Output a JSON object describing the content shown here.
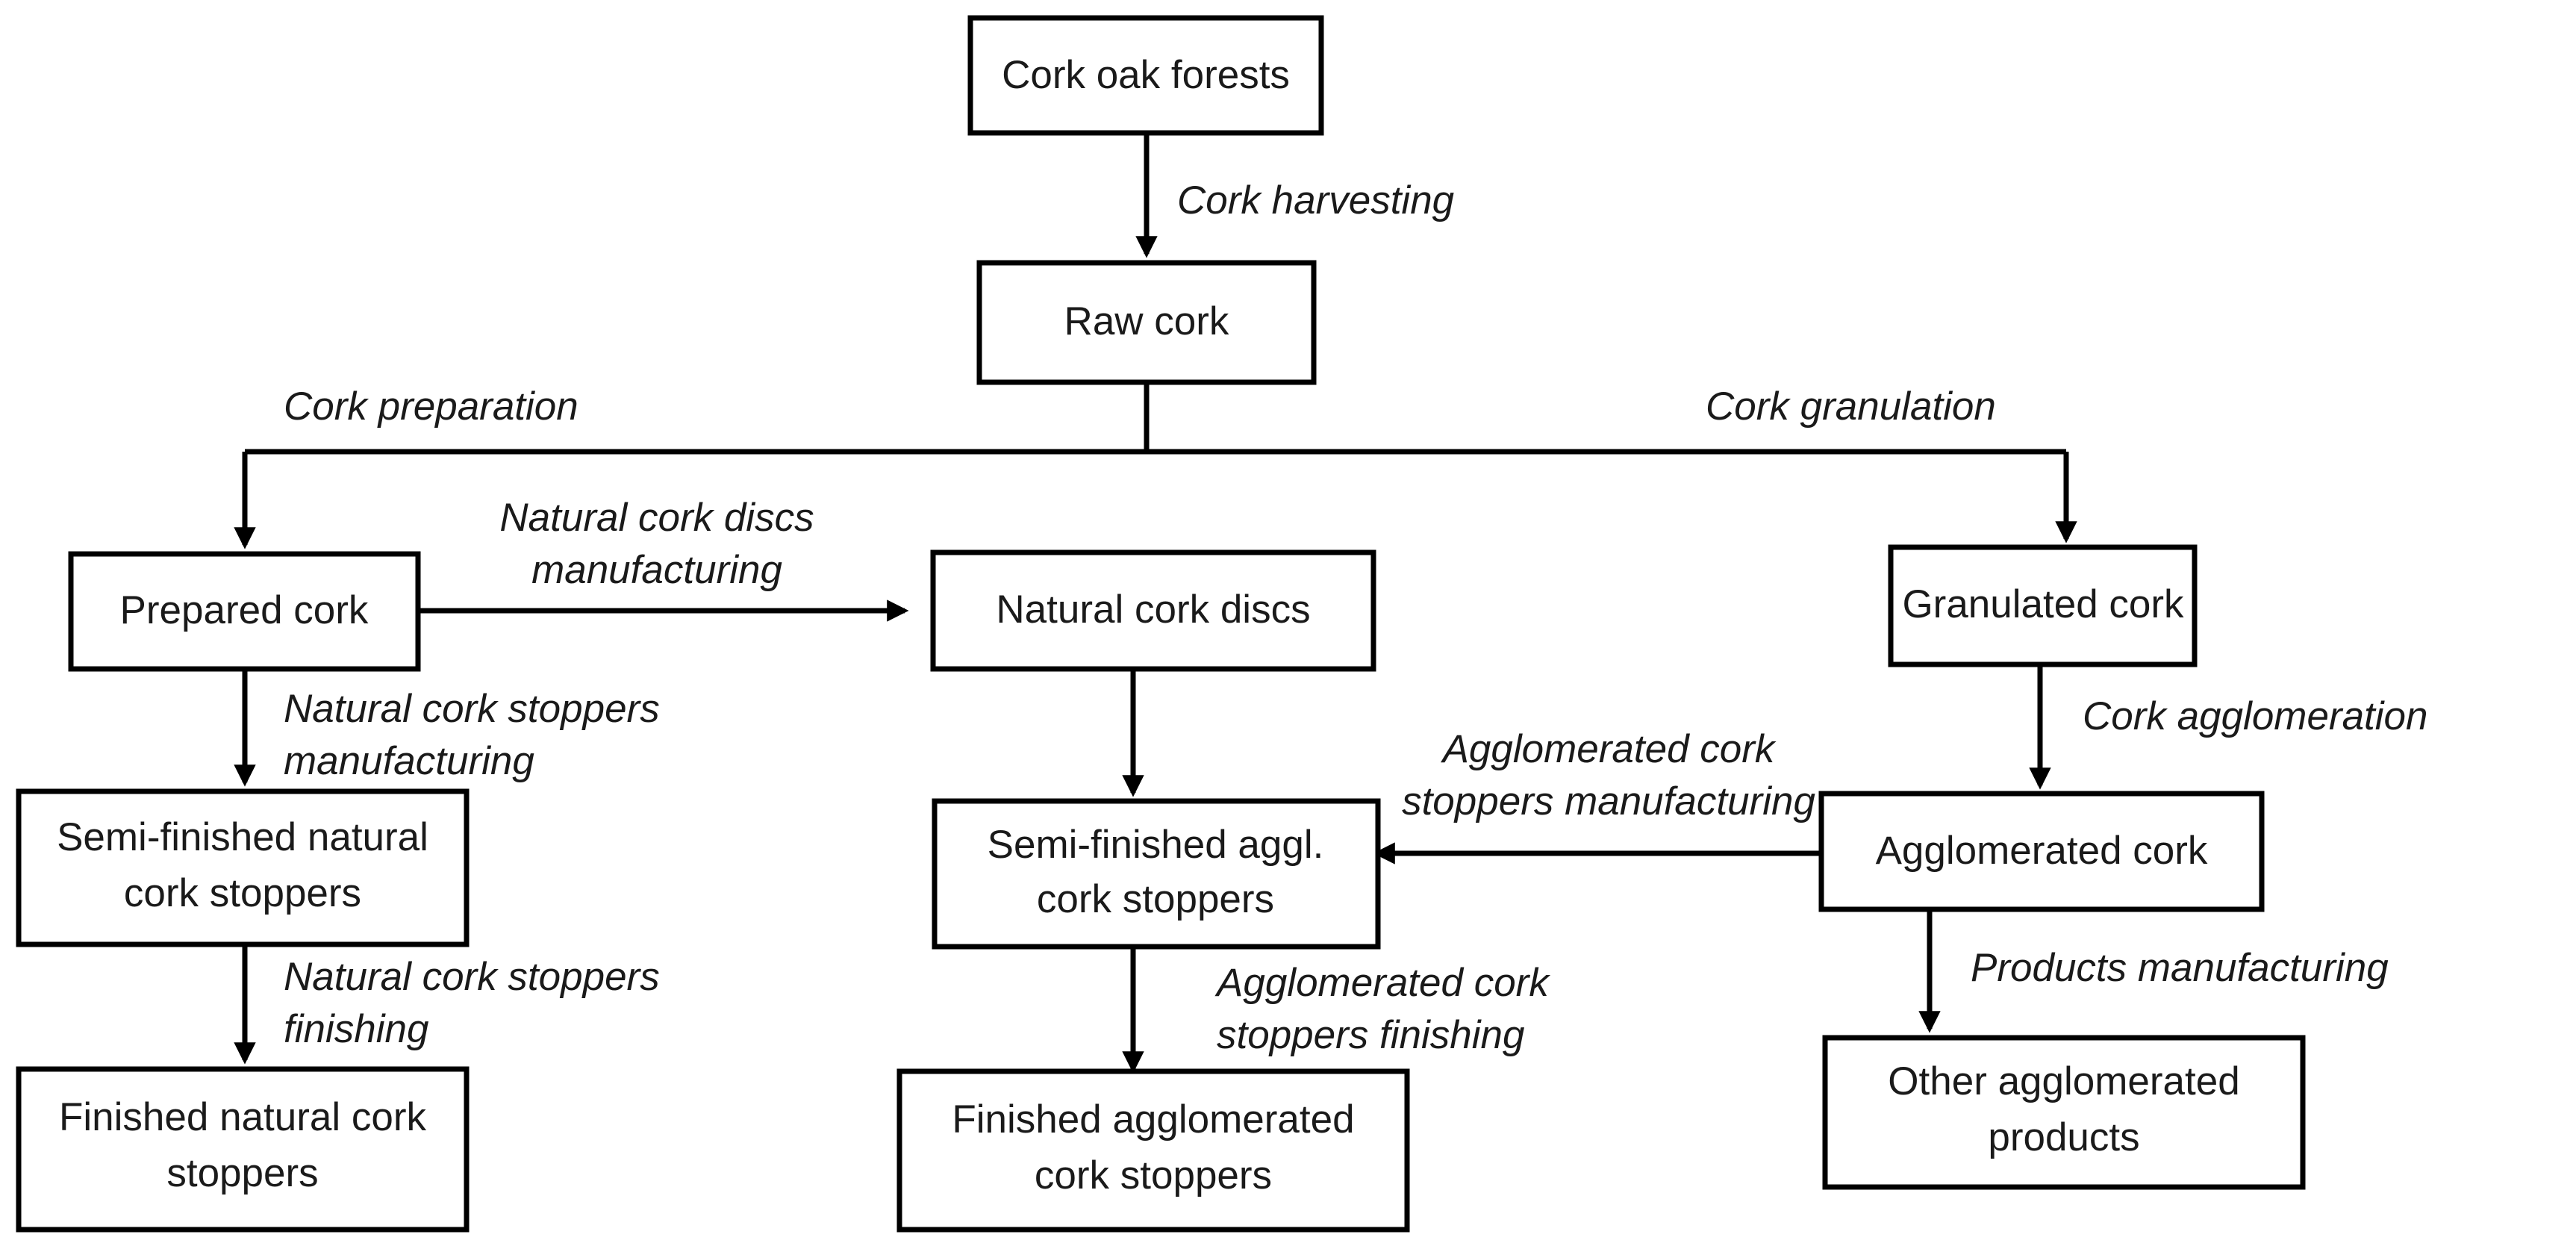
{
  "diagram": {
    "title": "Cork production flow chart",
    "colors": {
      "background": "#ffffff",
      "box_fill": "#ffffff",
      "stroke": "#000000",
      "text": "#1a1a1a"
    },
    "nodes": [
      {
        "id": "cork-oak-forests",
        "lines": [
          "Cork oak forests"
        ]
      },
      {
        "id": "raw-cork",
        "lines": [
          "Raw cork"
        ]
      },
      {
        "id": "prepared-cork",
        "lines": [
          "Prepared cork"
        ]
      },
      {
        "id": "natural-cork-discs",
        "lines": [
          "Natural cork discs"
        ]
      },
      {
        "id": "granulated-cork",
        "lines": [
          "Granulated cork"
        ]
      },
      {
        "id": "semi-finished-natural-cork-stoppers",
        "lines": [
          "Semi-finished natural",
          "cork stoppers"
        ]
      },
      {
        "id": "semi-finished-aggl-cork-stoppers",
        "lines": [
          "Semi-finished aggl.",
          "cork stoppers"
        ]
      },
      {
        "id": "agglomerated-cork",
        "lines": [
          "Agglomerated cork"
        ]
      },
      {
        "id": "finished-natural-cork-stoppers",
        "lines": [
          "Finished natural cork",
          "stoppers"
        ]
      },
      {
        "id": "finished-agglomerated-cork-stoppers",
        "lines": [
          "Finished agglomerated",
          "cork stoppers"
        ]
      },
      {
        "id": "other-agglomerated-products",
        "lines": [
          "Other agglomerated",
          "products"
        ]
      }
    ],
    "edges": [
      {
        "id": "cork-harvesting",
        "from": "cork-oak-forests",
        "to": "raw-cork",
        "lines": [
          "Cork harvesting"
        ]
      },
      {
        "id": "cork-preparation",
        "from": "raw-cork",
        "to": "prepared-cork",
        "lines": [
          "Cork preparation"
        ]
      },
      {
        "id": "cork-granulation",
        "from": "raw-cork",
        "to": "granulated-cork",
        "lines": [
          "Cork granulation"
        ]
      },
      {
        "id": "natural-cork-discs-manufacturing",
        "from": "prepared-cork",
        "to": "natural-cork-discs",
        "lines": [
          "Natural cork discs",
          "manufacturing"
        ]
      },
      {
        "id": "natural-cork-stoppers-manufacturing",
        "from": "prepared-cork",
        "to": "semi-finished-natural-cork-stoppers",
        "lines": [
          "Natural cork stoppers",
          "manufacturing"
        ]
      },
      {
        "id": "natural-cork-stoppers-finishing",
        "from": "semi-finished-natural-cork-stoppers",
        "to": "finished-natural-cork-stoppers",
        "lines": [
          "Natural cork stoppers",
          "finishing"
        ]
      },
      {
        "id": "agglomerated-cork-stoppers-manufacturing",
        "from": "agglomerated-cork",
        "to": "semi-finished-aggl-cork-stoppers",
        "lines": [
          "Agglomerated cork",
          "stoppers manufacturing"
        ]
      },
      {
        "id": "agglomerated-cork-stoppers-finishing",
        "from": "semi-finished-aggl-cork-stoppers",
        "to": "finished-agglomerated-cork-stoppers",
        "lines": [
          "Agglomerated cork",
          "stoppers finishing"
        ]
      },
      {
        "id": "cork-agglomeration",
        "from": "granulated-cork",
        "to": "agglomerated-cork",
        "lines": [
          "Cork agglomeration"
        ]
      },
      {
        "id": "products-manufacturing",
        "from": "agglomerated-cork",
        "to": "other-agglomerated-products",
        "lines": [
          "Products manufacturing"
        ]
      }
    ],
    "node_text": {
      "cork_oak_forests": "Cork oak forests",
      "raw_cork": "Raw cork",
      "prepared_cork": "Prepared cork",
      "natural_cork_discs": "Natural cork discs",
      "granulated_cork": "Granulated cork",
      "semi_finished_natural_l1": "Semi-finished natural",
      "semi_finished_natural_l2": "cork stoppers",
      "semi_finished_aggl_l1": "Semi-finished aggl.",
      "semi_finished_aggl_l2": "cork stoppers",
      "agglomerated_cork": "Agglomerated cork",
      "finished_natural_l1": "Finished natural cork",
      "finished_natural_l2": "stoppers",
      "finished_aggl_l1": "Finished agglomerated",
      "finished_aggl_l2": "cork stoppers",
      "other_aggl_l1": "Other agglomerated",
      "other_aggl_l2": "products"
    },
    "edge_text": {
      "cork_harvesting": "Cork harvesting",
      "cork_preparation": "Cork preparation",
      "cork_granulation": "Cork granulation",
      "natural_discs_mfg_l1": "Natural cork discs",
      "natural_discs_mfg_l2": "manufacturing",
      "natural_stoppers_mfg_l1": "Natural cork stoppers",
      "natural_stoppers_mfg_l2": "manufacturing",
      "natural_stoppers_fin_l1": "Natural cork stoppers",
      "natural_stoppers_fin_l2": "finishing",
      "aggl_stoppers_mfg_l1": "Agglomerated cork",
      "aggl_stoppers_mfg_l2": "stoppers manufacturing",
      "aggl_stoppers_fin_l1": "Agglomerated cork",
      "aggl_stoppers_fin_l2": "stoppers finishing",
      "cork_agglomeration": "Cork agglomeration",
      "products_manufacturing": "Products manufacturing"
    }
  }
}
